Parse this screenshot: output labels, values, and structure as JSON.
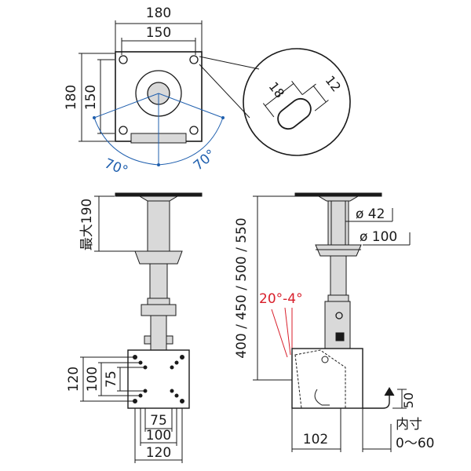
{
  "top_view": {
    "plate_width_outer": "180",
    "plate_width_inner": "150",
    "plate_height_outer": "180",
    "plate_height_inner": "150",
    "angle_left": "70°",
    "angle_right": "70°",
    "slot_width": "18",
    "slot_height": "12"
  },
  "front_view": {
    "max_label": "最大190",
    "vesa_vertical": [
      "120",
      "100",
      "75"
    ],
    "vesa_horizontal": [
      "75",
      "100",
      "120"
    ]
  },
  "side_view": {
    "height_range": "400 / 450 / 500 / 550",
    "diameter_inner": "ø 42",
    "diameter_outer": "ø 100",
    "tilt_angle": "20°-4°",
    "depth": "102",
    "clamp_height": "50",
    "inner_label": "内寸",
    "inner_range": "0〜60"
  },
  "colors": {
    "line": "#1a1a1a",
    "angle_blue": "#1f5fae",
    "tilt_red": "#d81e2a",
    "fill_gray": "#d9d9d9"
  }
}
